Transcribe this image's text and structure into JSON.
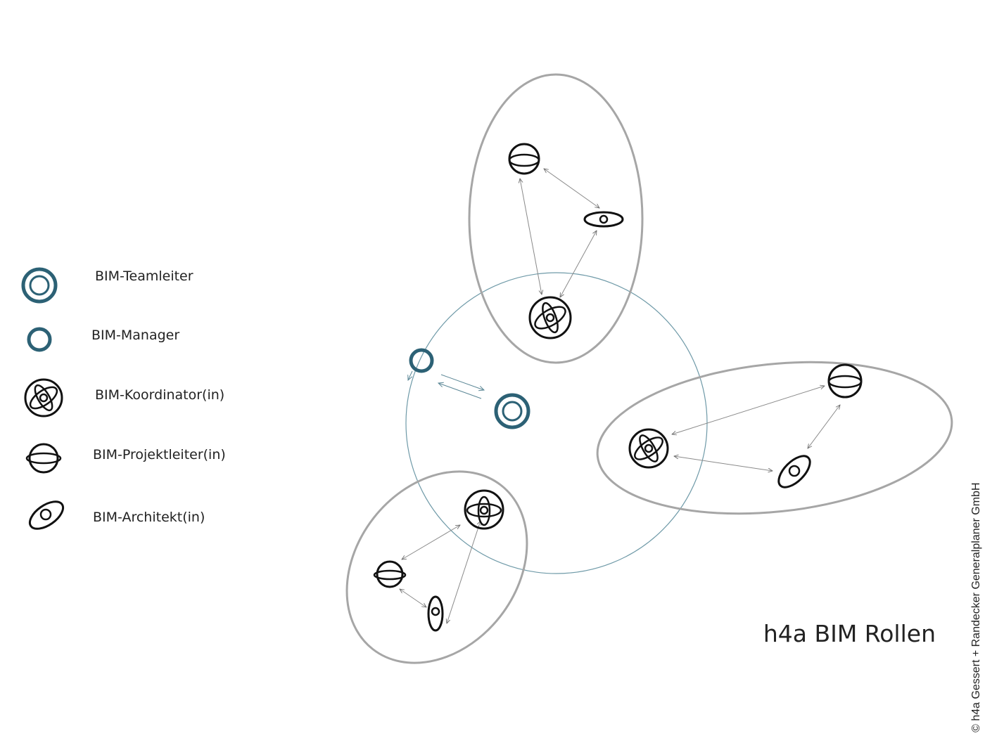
{
  "legend": {
    "items": [
      {
        "icon": "teamleiter-icon",
        "label": "BIM-Teamleiter"
      },
      {
        "icon": "manager-icon",
        "label": "BIM-Manager"
      },
      {
        "icon": "koordinator-icon",
        "label": "BIM-Koordinator(in)"
      },
      {
        "icon": "projektleiter-icon",
        "label": "BIM-Projektleiter(in)"
      },
      {
        "icon": "architekt-icon",
        "label": "BIM-Architekt(in)"
      }
    ]
  },
  "title": "h4a BIM Rollen",
  "copyright": "© h4a Gessert + Randecker Generalplaner GmbH",
  "colors": {
    "teal": "#2c6175",
    "black": "#111111",
    "group_outline": "#a6a6a6",
    "center_circle": "#6f9aa8",
    "arrow": "#8a8a8a"
  }
}
